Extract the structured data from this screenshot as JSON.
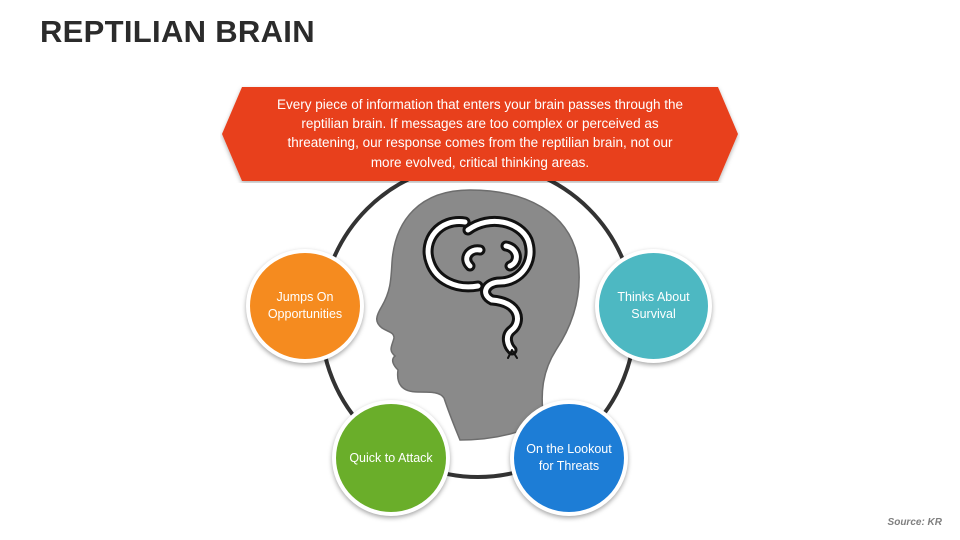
{
  "title": "REPTILIAN BRAIN",
  "banner": {
    "text": "Every piece of information that enters your brain passes through the reptilian brain. If messages are too complex or perceived as threatening, our response comes from the reptilian brain, not our more evolved, critical thinking areas.",
    "color": "#e8411b"
  },
  "nodes": [
    {
      "label": "Jumps On Opportunities",
      "color": "#f58b1f"
    },
    {
      "label": "Thinks About Survival",
      "color": "#4db8c2"
    },
    {
      "label": "Quick to Attack",
      "color": "#6aae2a"
    },
    {
      "label": "On the Lookout for Threats",
      "color": "#1d7dd6"
    }
  ],
  "source": "Source: KR",
  "icons": {
    "head": "human-head-silhouette-icon",
    "brain": "snake-brain-icon"
  }
}
